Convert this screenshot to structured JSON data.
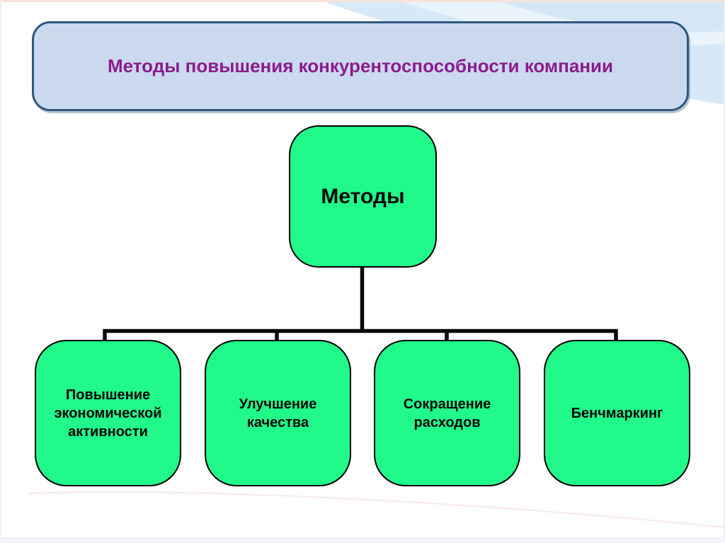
{
  "banner": {
    "title": "Методы повышения конкурентоспособности компании",
    "bg_color": "#CBD9EE",
    "border_color": "#30587E",
    "text_color": "#8A1C8F"
  },
  "diagram": {
    "type": "tree",
    "node_fill_color": "#21F98B",
    "node_border_color": "#000000",
    "connector_color": "#000000",
    "root": {
      "label": "Методы"
    },
    "children": [
      {
        "label": "Повышение экономической активности"
      },
      {
        "label": "Улучшение качества"
      },
      {
        "label": "Сокращение расходов"
      },
      {
        "label": "Бенчмаркинг"
      }
    ]
  },
  "decor": {
    "top_right_swoosh_color": "#D7E9F8",
    "top_edge_strip_color": "#F6E2DA",
    "bottom_edge_strip_color": "#F2F4F7"
  }
}
